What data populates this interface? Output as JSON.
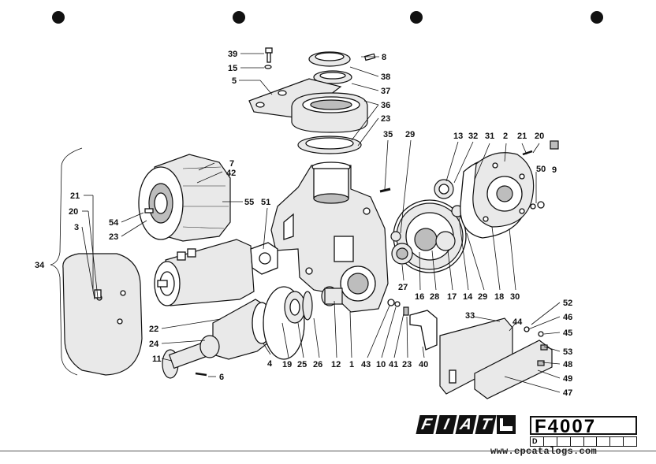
{
  "page": {
    "code": "F4007",
    "brand": "FIAT",
    "revision_label": "D",
    "watermark": "www.epcatalogs.com"
  },
  "callouts": [
    {
      "id": "1",
      "text": "1"
    },
    {
      "id": "2",
      "text": "2"
    },
    {
      "id": "3",
      "text": "3"
    },
    {
      "id": "4",
      "text": "4"
    },
    {
      "id": "5",
      "text": "5"
    },
    {
      "id": "6",
      "text": "6"
    },
    {
      "id": "7",
      "text": "7"
    },
    {
      "id": "8",
      "text": "8"
    },
    {
      "id": "9",
      "text": "9"
    },
    {
      "id": "10",
      "text": "10"
    },
    {
      "id": "11",
      "text": "11"
    },
    {
      "id": "12",
      "text": "12"
    },
    {
      "id": "13",
      "text": "13"
    },
    {
      "id": "14",
      "text": "14"
    },
    {
      "id": "15",
      "text": "15"
    },
    {
      "id": "16",
      "text": "16"
    },
    {
      "id": "17",
      "text": "17"
    },
    {
      "id": "18",
      "text": "18"
    },
    {
      "id": "19",
      "text": "19"
    },
    {
      "id": "20a",
      "text": "20"
    },
    {
      "id": "20b",
      "text": "20"
    },
    {
      "id": "21a",
      "text": "21"
    },
    {
      "id": "21b",
      "text": "21"
    },
    {
      "id": "22",
      "text": "22"
    },
    {
      "id": "23a",
      "text": "23"
    },
    {
      "id": "23b",
      "text": "23"
    },
    {
      "id": "23c",
      "text": "23"
    },
    {
      "id": "24",
      "text": "24"
    },
    {
      "id": "25",
      "text": "25"
    },
    {
      "id": "26",
      "text": "26"
    },
    {
      "id": "27",
      "text": "27"
    },
    {
      "id": "28",
      "text": "28"
    },
    {
      "id": "29a",
      "text": "29"
    },
    {
      "id": "29b",
      "text": "29"
    },
    {
      "id": "30",
      "text": "30"
    },
    {
      "id": "31",
      "text": "31"
    },
    {
      "id": "32",
      "text": "32"
    },
    {
      "id": "33",
      "text": "33"
    },
    {
      "id": "34",
      "text": "34"
    },
    {
      "id": "35",
      "text": "35"
    },
    {
      "id": "36",
      "text": "36"
    },
    {
      "id": "37",
      "text": "37"
    },
    {
      "id": "38",
      "text": "38"
    },
    {
      "id": "39",
      "text": "39"
    },
    {
      "id": "40",
      "text": "40"
    },
    {
      "id": "41",
      "text": "41"
    },
    {
      "id": "42",
      "text": "42"
    },
    {
      "id": "43",
      "text": "43"
    },
    {
      "id": "44",
      "text": "44"
    },
    {
      "id": "45",
      "text": "45"
    },
    {
      "id": "46",
      "text": "46"
    },
    {
      "id": "47",
      "text": "47"
    },
    {
      "id": "48",
      "text": "48"
    },
    {
      "id": "49",
      "text": "49"
    },
    {
      "id": "50",
      "text": "50"
    },
    {
      "id": "51",
      "text": "51"
    },
    {
      "id": "52",
      "text": "52"
    },
    {
      "id": "53",
      "text": "53"
    },
    {
      "id": "54",
      "text": "54"
    },
    {
      "id": "55",
      "text": "55"
    }
  ]
}
